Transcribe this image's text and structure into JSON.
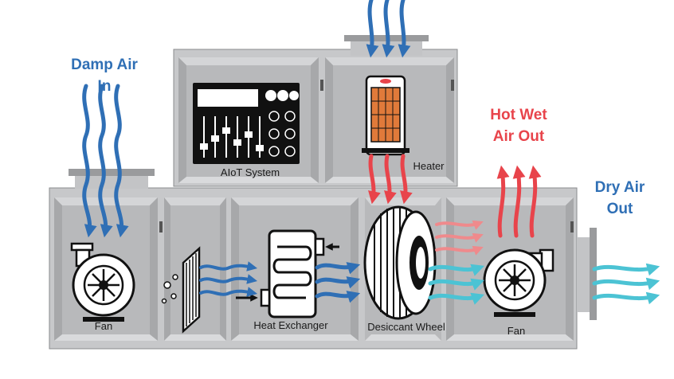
{
  "labels": {
    "damp_air_in": [
      "Damp Air",
      "In"
    ],
    "hot_wet_air_out": [
      "Hot Wet",
      "Air Out"
    ],
    "dry_air_out": [
      "Dry Air",
      "Out"
    ],
    "fan_left": "Fan",
    "fan_right": "Fan",
    "heat_exchanger": "Heat Exchanger",
    "desiccant_wheel": "Desiccant Wheel",
    "aiot_system": "AIoT System",
    "heater": "Heater"
  },
  "colors": {
    "damp_air": "#2f6fb5",
    "hot_air": "#e8444b",
    "dry_air": "#4cc3d4",
    "housing": "#c9cacc",
    "panel": "#b3b4b6",
    "outline": "#111111",
    "heater_element": "#e07a3a"
  },
  "icons": [
    "fan-icon",
    "filter-icon",
    "heat-exchanger-icon",
    "desiccant-wheel-icon",
    "aiot-control-panel-icon",
    "heater-icon"
  ]
}
